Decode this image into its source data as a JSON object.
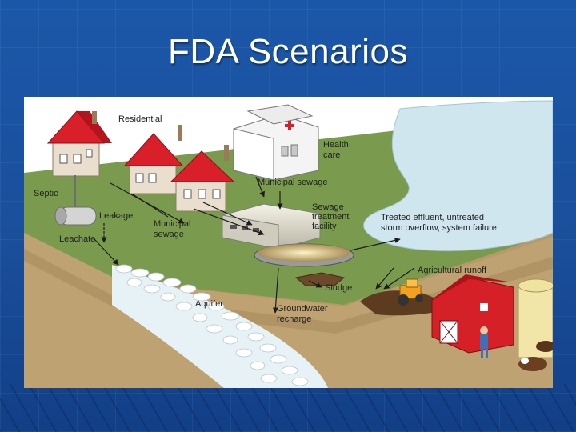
{
  "slide": {
    "title": "FDA Scenarios"
  },
  "diagram": {
    "labels": {
      "residential": "Residential",
      "health_care_line1": "Health",
      "health_care_line2": "care",
      "municipal_sewage_top": "Municipal sewage",
      "septic": "Septic",
      "leakage": "Leakage",
      "leachate": "Leachate",
      "municipal_sewage_left_line1": "Municipal",
      "municipal_sewage_left_line2": "sewage",
      "sewage_treatment_line1": "Sewage",
      "sewage_treatment_line2": "treatment",
      "sewage_treatment_line3": "facility",
      "treated_effluent_line1": "Treated effluent, untreated",
      "treated_effluent_line2": "storm overflow, system failure",
      "agricultural_runoff": "Agricultural runoff",
      "sludge": "Sludge",
      "aquifer": "Aquifer",
      "groundwater_line1": "Groundwater",
      "groundwater_line2": "recharge"
    }
  },
  "colors": {
    "slide_background": "#1b57a8",
    "land": "#7a9b4e",
    "soil": "#b89a6a",
    "water": "#cfe6ef",
    "roof": "#d81f2a",
    "barn": "#d62027"
  }
}
